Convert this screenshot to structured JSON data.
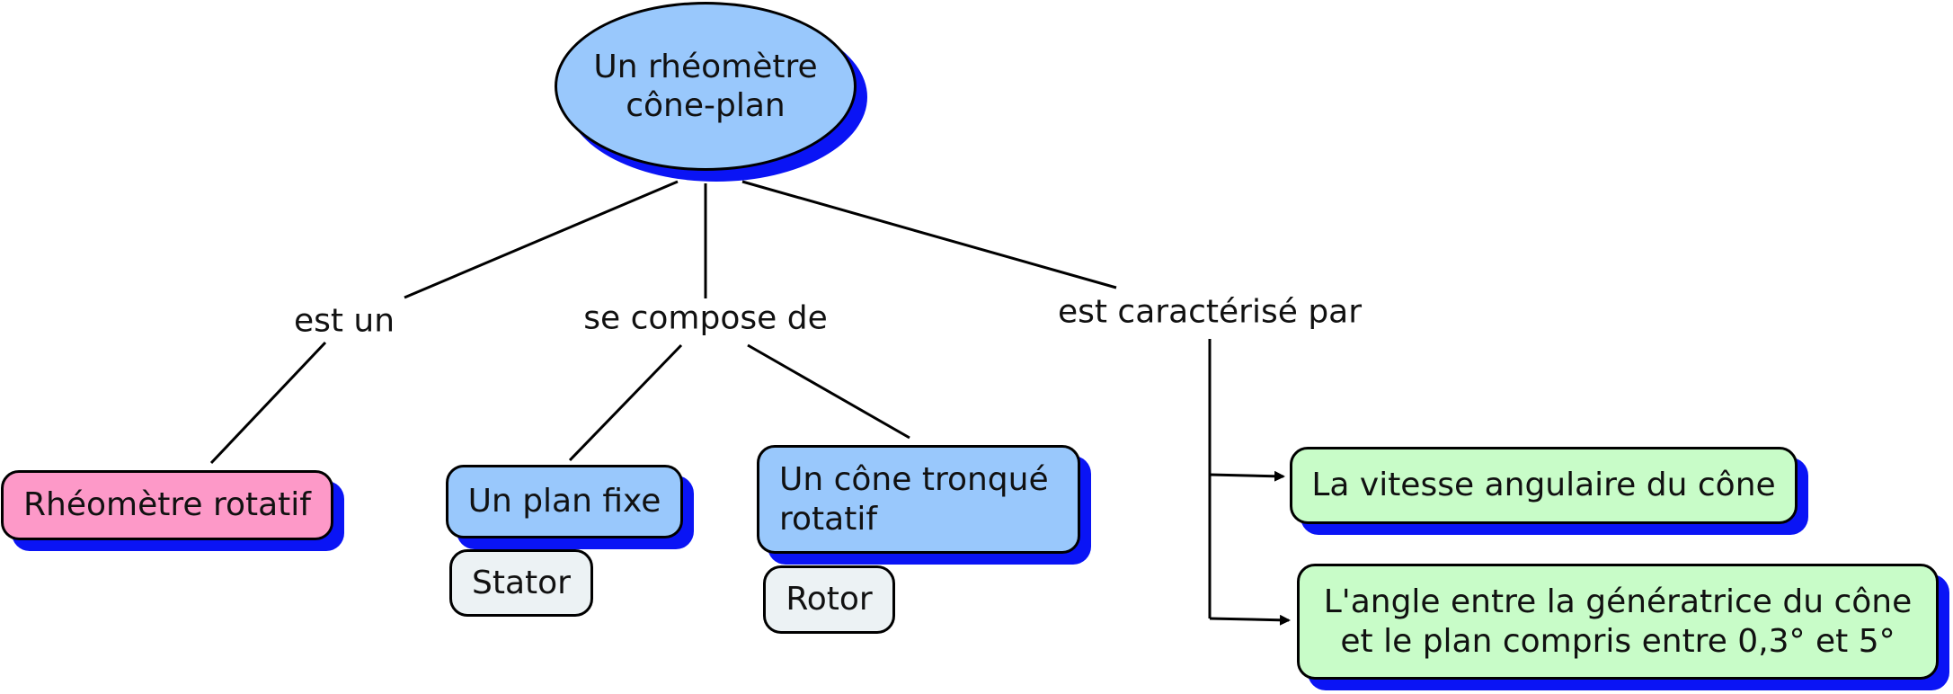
{
  "root": {
    "text": "Un rhéomètre\ncône-plan"
  },
  "links": {
    "est_un": "est un",
    "se_compose_de": "se compose de",
    "est_caracterise_par": "est caractérisé par"
  },
  "nodes": {
    "rheometre_rotatif": "Rhéomètre rotatif",
    "plan_fixe": "Un plan fixe",
    "stator": "Stator",
    "cone_tronque": "Un cône tronqué\nrotatif",
    "rotor": "Rotor",
    "vitesse": "La vitesse angulaire du cône",
    "angle": "L'angle entre la génératrice du cône\net le plan compris entre  0,3° et 5°"
  },
  "colors": {
    "concept_blue": "#99c8fc",
    "concept_pink": "#fd99c8",
    "concept_green": "#c8fcc8",
    "concept_grey": "#ecf2f4",
    "shadow": "#0a14f5"
  }
}
